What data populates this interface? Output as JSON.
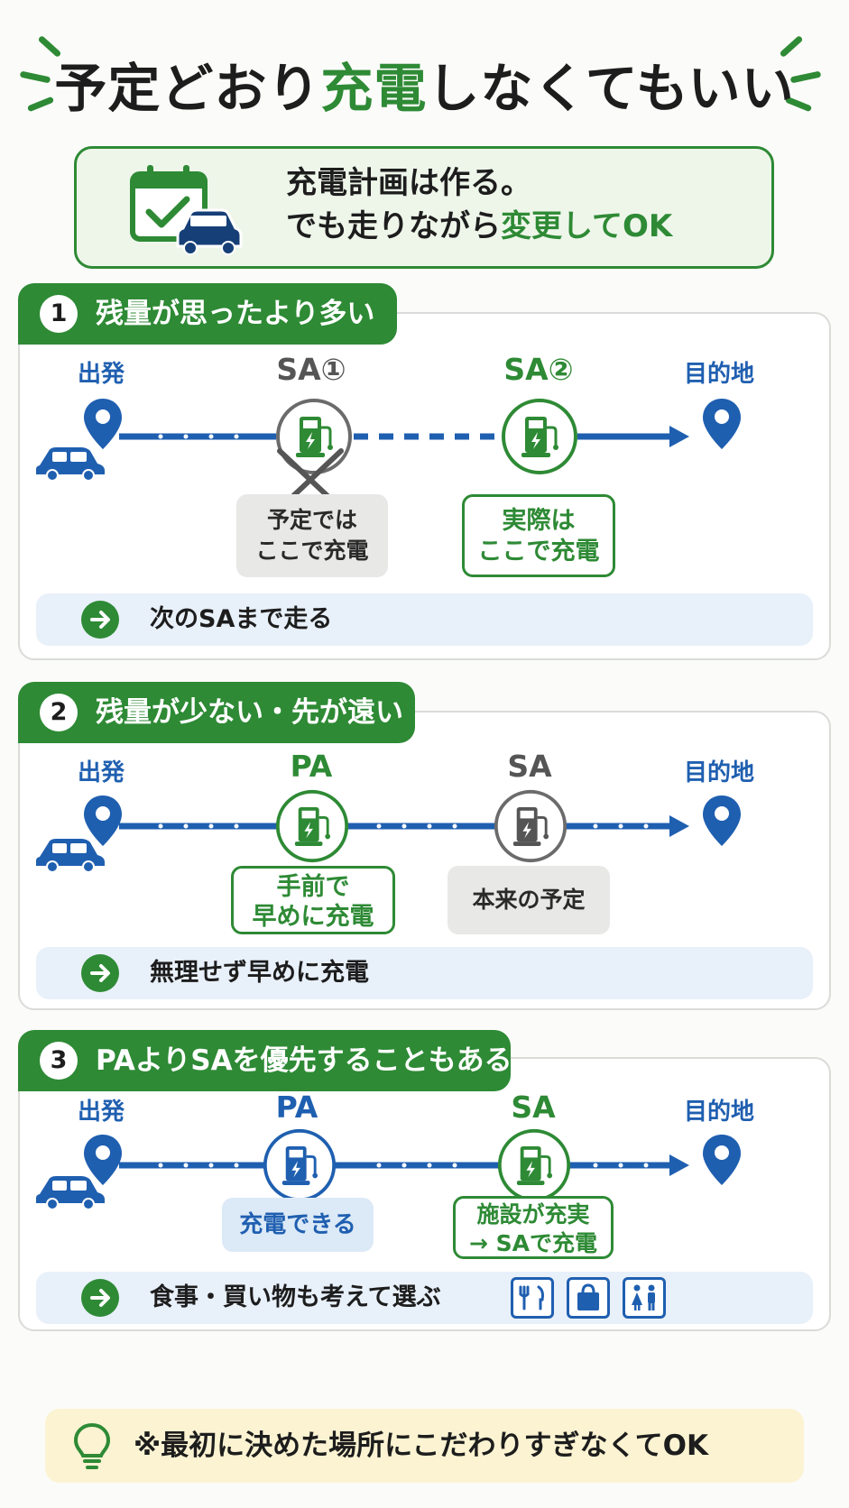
{
  "title": {
    "part1": "予定どおり",
    "highlight": "充電",
    "part2": "しなくてもいい"
  },
  "hero": {
    "line1": "充電計画は作る。",
    "line2_a": "でも走りながら",
    "line2_highlight": "変更してOK"
  },
  "colors": {
    "green": "#2e8a35",
    "blue": "#1f5fb0",
    "gray": "#6b6b6b"
  },
  "sections": [
    {
      "number": "1",
      "heading": "残量が思ったより多い",
      "start": "出発",
      "stop1": "SA①",
      "stop2": "SA②",
      "end": "目的地",
      "callout1": [
        "予定では",
        "ここで充電"
      ],
      "callout2": [
        "実際は",
        "ここで充電"
      ],
      "tip": "次のSAまで走る"
    },
    {
      "number": "2",
      "heading": "残量が少ない・先が遠い",
      "start": "出発",
      "stop1": "PA",
      "stop2": "SA",
      "end": "目的地",
      "callout1": [
        "手前で",
        "早めに充電"
      ],
      "callout2": [
        "本来の予定"
      ],
      "tip": "無理せず早めに充電"
    },
    {
      "number": "3",
      "heading": "PAよりSAを優先することもある",
      "start": "出発",
      "stop1": "PA",
      "stop2": "SA",
      "end": "目的地",
      "callout1": [
        "充電できる"
      ],
      "callout2": [
        "施設が充実",
        "→ SAで充電"
      ],
      "tip": "食事・買い物も考えて選ぶ",
      "facility_icons": [
        "restaurant-icon",
        "shopping-bag-icon",
        "restroom-icon"
      ]
    }
  ],
  "footer": {
    "text": "※最初に決めた場所にこだわりすぎなくてOK",
    "icon": "lightbulb-icon"
  }
}
